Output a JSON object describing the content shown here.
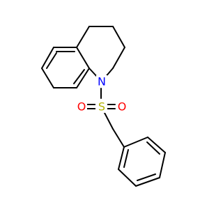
{
  "molecule": {
    "colors": {
      "bond": "#000000",
      "nitrogen": "#0000ff",
      "sulfur": "#b2b200",
      "oxygen": "#ff0000"
    },
    "atoms": {
      "nitrogen": "N",
      "sulfur": "S",
      "oxygen_left": "O",
      "oxygen_right": "O"
    }
  }
}
